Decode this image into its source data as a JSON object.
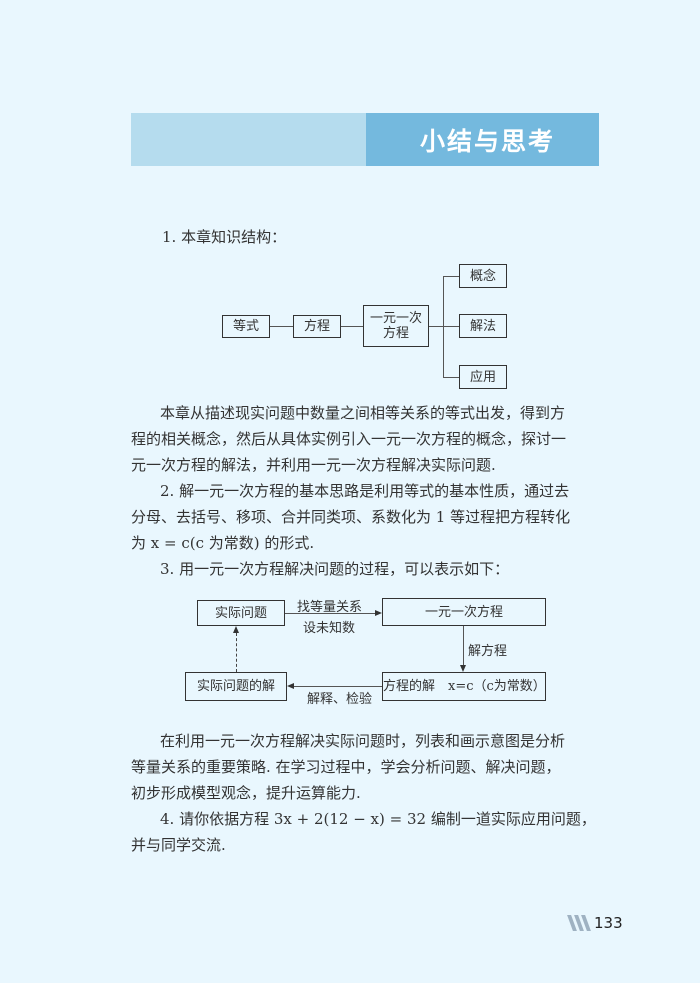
{
  "header": {
    "title": "小结与思考",
    "colors": {
      "banner_light": "#b5dcee",
      "banner_dark": "#74b9de",
      "page_bg": "#e9f7fe"
    }
  },
  "section1": {
    "heading": "1. 本章知识结构："
  },
  "diagram1": {
    "nodes": {
      "equality": "等式",
      "equation": "方程",
      "linear_line1": "一元一次",
      "linear_line2": "方程",
      "concept": "概念",
      "solution_method": "解法",
      "application": "应用"
    }
  },
  "paragraph1": {
    "lines": [
      "本章从描述现实问题中数量之间相等关系的等式出发，得到方",
      "程的相关概念，然后从具体实例引入一元一次方程的概念，探讨一",
      "元一次方程的解法，并利用一元一次方程解决实际问题."
    ]
  },
  "section2": {
    "lines": [
      "2. 解一元一次方程的基本思路是利用等式的基本性质，通过去",
      "分母、去括号、移项、合并同类项、系数化为 1 等过程把方程转化",
      "为 x = c(c 为常数) 的形式."
    ]
  },
  "section3": {
    "heading": "3. 用一元一次方程解决问题的过程，可以表示如下："
  },
  "diagram2": {
    "nodes": {
      "real_problem": "实际问题",
      "linear_equation": "一元一次方程",
      "equation_solution": "方程的解　x=c（c为常数）",
      "real_solution": "实际问题的解"
    },
    "edges": {
      "top_label_1": "找等量关系",
      "top_label_2": "设未知数",
      "right_label": "解方程",
      "bottom_label": "解释、检验"
    }
  },
  "paragraph2": {
    "lines": [
      "在利用一元一次方程解决实际问题时，列表和画示意图是分析",
      "等量关系的重要策略. 在学习过程中，学会分析问题、解决问题，",
      "初步形成模型观念，提升运算能力."
    ]
  },
  "section4": {
    "lines": [
      "4. 请你依据方程 3x + 2(12 − x) = 32 编制一道实际应用问题，",
      "并与同学交流."
    ]
  },
  "footer": {
    "page_number": "133"
  }
}
